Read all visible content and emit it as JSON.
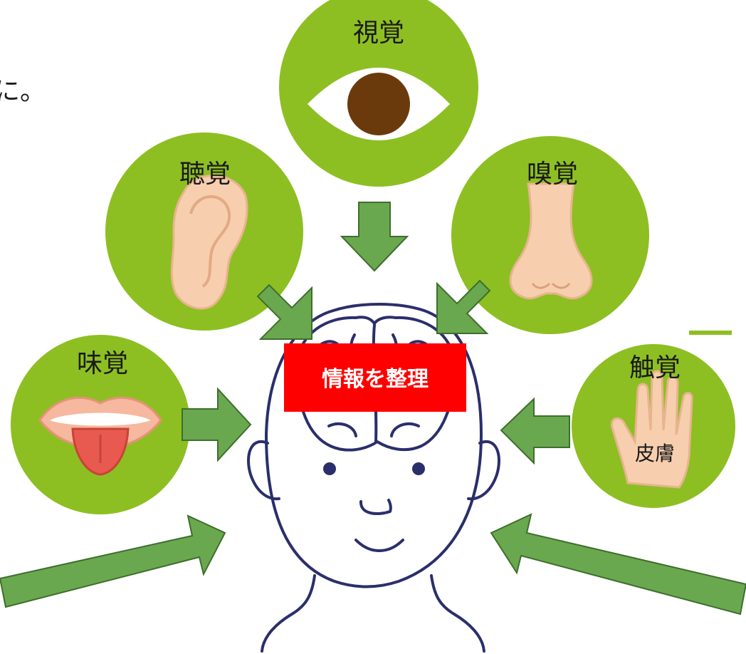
{
  "corner_text": "に。",
  "center_label": "情報を整理",
  "senses": {
    "sight": "視覚",
    "hearing": "聴覚",
    "smell": "嗅覚",
    "taste": "味覚",
    "touch": "触覚",
    "skin": "皮膚"
  },
  "colors": {
    "circle_green": "#8dbf22",
    "arrow_green": "#6aa84f",
    "arrow_stroke": "#3e6e2c",
    "center_red": "#ff0000",
    "head_line": "#2a2f6b",
    "skin_tone": "#f7cfae",
    "pupil": "#6b3a0c"
  },
  "icons": [
    "eye-icon",
    "ear-icon",
    "nose-icon",
    "mouth-icon",
    "hand-icon",
    "head-brain-icon"
  ]
}
